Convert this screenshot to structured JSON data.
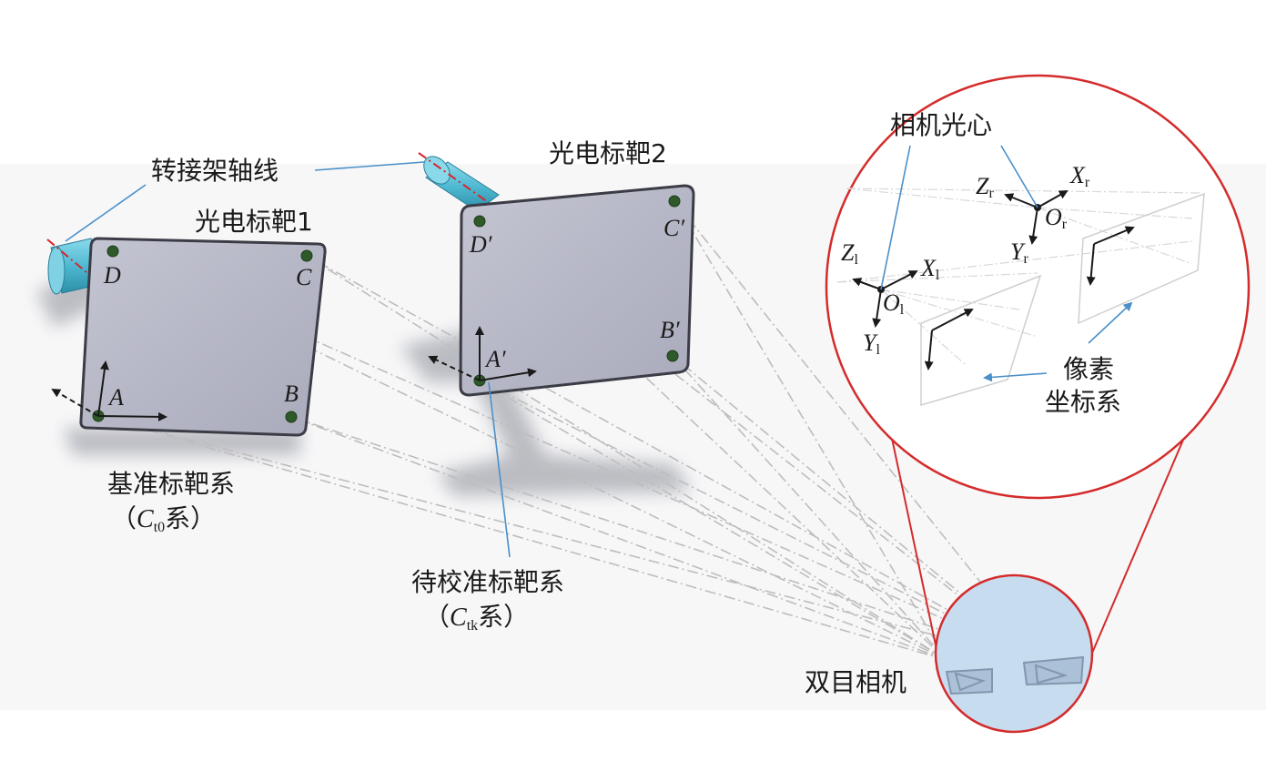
{
  "labels": {
    "adapter_axis": "转接架轴线",
    "target1": "光电标靶1",
    "target2": "光电标靶2",
    "reference_frame": "基准标靶系",
    "reference_frame_sub": {
      "open": "（",
      "symbol": "C",
      "subscript": "t0",
      "suffix": "系",
      "close": "）"
    },
    "calib_frame": "待校准标靶系",
    "calib_frame_sub": {
      "open": "（",
      "symbol": "C",
      "subscript": "tk",
      "suffix": "系",
      "close": "）"
    },
    "camera_optical_center": "相机光心",
    "pixel_frame_line1": "像素",
    "pixel_frame_line2": "坐标系",
    "stereo_camera": "双目相机"
  },
  "points": {
    "target1": {
      "A": "A",
      "B": "B",
      "C": "C",
      "D": "D"
    },
    "target2": {
      "A": "A′",
      "B": "B′",
      "C": "C′",
      "D": "D′"
    }
  },
  "camera_axes": {
    "left": {
      "z": {
        "symbol": "Z",
        "sub": "l"
      },
      "x": {
        "symbol": "X",
        "sub": "l"
      },
      "o": {
        "symbol": "O",
        "sub": "l"
      },
      "y": {
        "symbol": "Y",
        "sub": "l"
      }
    },
    "right": {
      "z": {
        "symbol": "Z",
        "sub": "r"
      },
      "x": {
        "symbol": "X",
        "sub": "r"
      },
      "o": {
        "symbol": "O",
        "sub": "r"
      },
      "y": {
        "symbol": "Y",
        "sub": "r"
      }
    }
  },
  "colors": {
    "target_face": "#b7b8c6",
    "cylinder": "#5bc0d6",
    "marker": "#2e5a2a",
    "leader": "#4a8fc9",
    "axis_red": "#d9242a",
    "ray": "#bdbdbd",
    "circle": "#d42b2b",
    "camera_fill": "#c7dcef"
  }
}
